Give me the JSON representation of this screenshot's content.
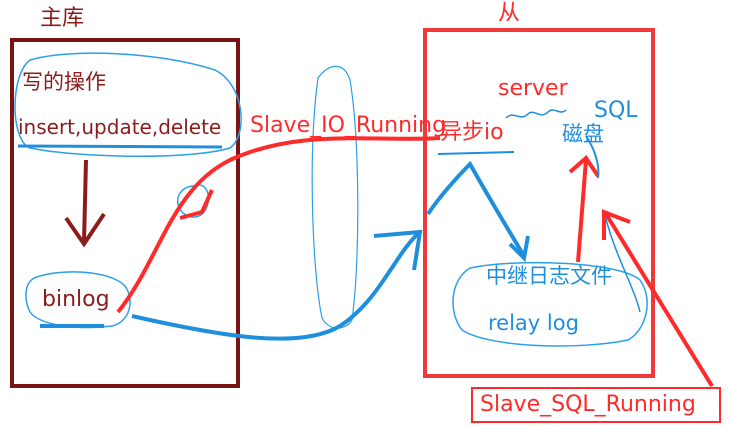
{
  "colors": {
    "master_border": "#7a1414",
    "slave_border": "#f03a3a",
    "dark_red": "#8b1c1c",
    "red": "#ff2a2a",
    "blue": "#1f8fdc"
  },
  "master": {
    "title": "主库",
    "write_ops_title": "写的操作",
    "write_ops": "insert,update,delete",
    "binlog": "binlog"
  },
  "slave": {
    "title": "从",
    "server": "server",
    "sql": "SQL",
    "async_io": "异步io",
    "disk": "磁盘",
    "relay_log_cn": "中继日志文件",
    "relay_log": "relay log"
  },
  "threads": {
    "io_thread": "Slave_IO_Running",
    "sql_thread": "Slave_SQL_Running"
  }
}
